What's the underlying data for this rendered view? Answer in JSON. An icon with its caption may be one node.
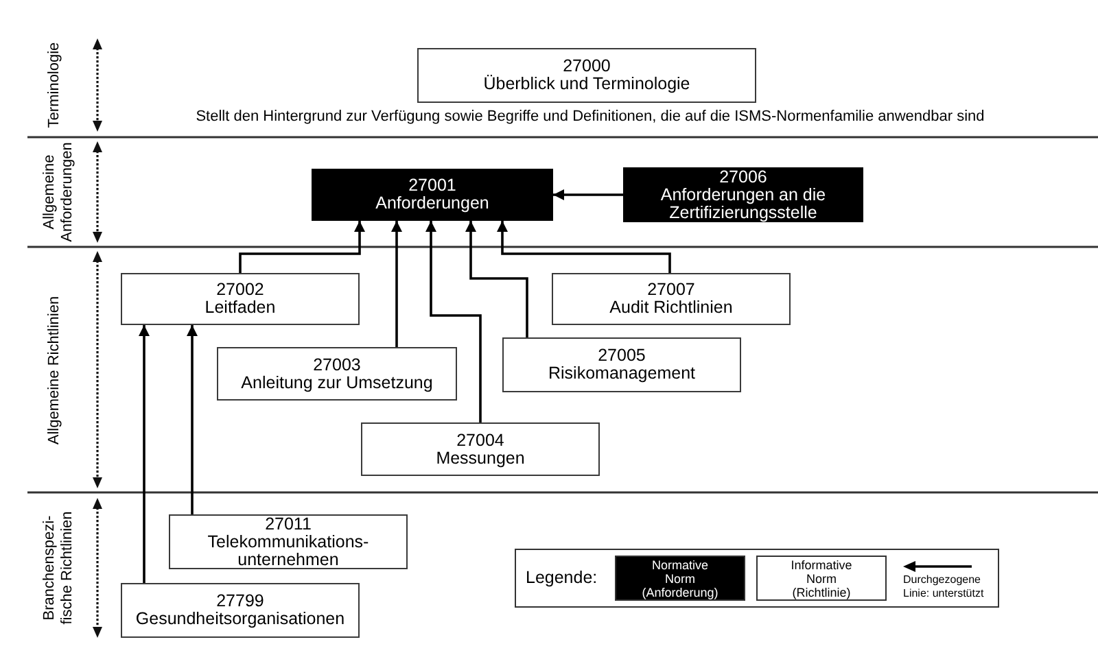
{
  "diagram": {
    "nodes": [
      {
        "text": [
          "27000",
          "Überblick und Terminologie"
        ],
        "beside": [
          "Stellt den Hintergrund zur Verfügung sowie Begriffe und Definitionen, die auf die ISMS-Normenfamilie anwendbar sind"
        ]
      },
      {
        "text": [
          "27001",
          "Anforderungen"
        ]
      },
      {
        "text": [
          "27006",
          "Anforderungen an die Zertifizierungsstelle"
        ]
      },
      {
        "text": [
          "27002",
          "Leitfaden"
        ]
      },
      {
        "text": [
          "27007",
          "Audit Richtlinien"
        ]
      },
      {
        "text": [
          "27003",
          "Anleitung zur Umsetzung"
        ]
      },
      {
        "text": [
          "27005",
          "Risikomanagement"
        ]
      },
      {
        "text": [
          "27004",
          "Messungen"
        ]
      },
      {
        "text": [
          "27011",
          "Telekommunikations- unternehmen"
        ]
      },
      {
        "text": [
          "27799",
          "Gesundheitsorganisationen"
        ]
      }
    ],
    "edges": [
      {
        "from": 2,
        "to": 1,
        "arrow": "to"
      },
      {
        "from": 3,
        "to": 1,
        "arrow": "to"
      },
      {
        "from": 5,
        "to": 1,
        "arrow": "to"
      },
      {
        "from": 7,
        "to": 1,
        "arrow": "to"
      },
      {
        "from": 6,
        "to": 1,
        "arrow": "to"
      },
      {
        "from": 4,
        "to": 1,
        "arrow": "to"
      },
      {
        "from": 9,
        "to": 3,
        "arrow": "to"
      },
      {
        "from": 8,
        "to": 3,
        "arrow": "to"
      }
    ],
    "labels": [
      "Terminologie",
      "Allgemeine Anforderungen",
      "Allgemeine Richtlinien",
      "Branchenspezi- fische Richtlinien",
      "Legende:"
    ],
    "legend": [
      {
        "text": "Normative Norm (Anforderung)",
        "color": "#000000"
      },
      {
        "text": "Informative Norm (Richtlinie)",
        "color": "#ffffff"
      },
      {
        "text": "Durchgezogene Linie: unterstützt"
      }
    ]
  }
}
